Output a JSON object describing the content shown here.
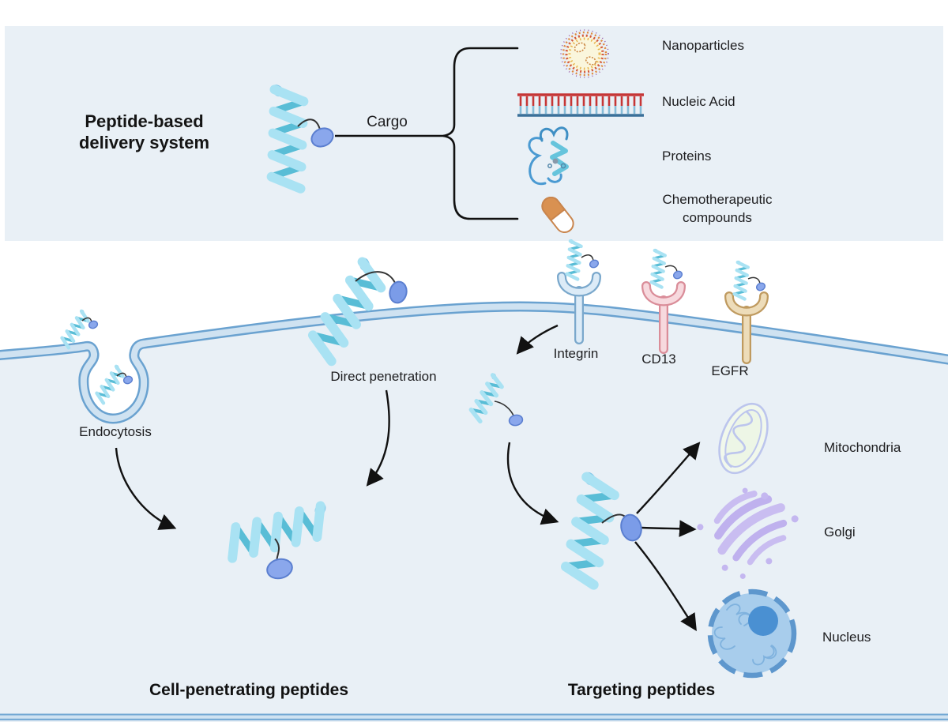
{
  "figure": {
    "top_panel": {
      "title_lines": [
        "Peptide-based",
        "delivery system"
      ],
      "cargo_connector_label": "Cargo",
      "cargo_items": [
        {
          "label": "Nanoparticles",
          "icon": "nanoparticle-icon"
        },
        {
          "label": "Nucleic Acid",
          "icon": "nucleic-acid-icon"
        },
        {
          "label": "Proteins",
          "icon": "protein-icon"
        },
        {
          "label": "Chemotherapeutic compounds",
          "icon": "capsule-icon"
        }
      ]
    },
    "cell_panel": {
      "entry_mechanisms": [
        {
          "label": "Endocytosis"
        },
        {
          "label": "Direct penetration"
        }
      ],
      "receptors": [
        {
          "label": "Integrin",
          "outline_color": "#7aa8cc",
          "fill_color": "#dcebf7"
        },
        {
          "label": "CD13",
          "outline_color": "#da8d99",
          "fill_color": "#f7d9de"
        },
        {
          "label": "EGFR",
          "outline_color": "#bf9a5f",
          "fill_color": "#eddcb9"
        }
      ],
      "organelles": [
        {
          "label": "Mitochondria"
        },
        {
          "label": "Golgi"
        },
        {
          "label": "Nucleus"
        }
      ],
      "sections": [
        {
          "label": "Cell-penetrating peptides"
        },
        {
          "label": "Targeting peptides"
        }
      ]
    },
    "colors": {
      "panel_background": "#e9f0f6",
      "cell_interior": "#e9f0f6",
      "membrane_outline": "#6aa2d0",
      "membrane_fill": "#cfe2f1",
      "helix_light": "#a9e2f3",
      "helix_dark": "#59bdd6",
      "cargo_fill": "#8aa7ec",
      "cargo_stroke": "#5b7fd0",
      "mitochondria_fill": "#eef7e9",
      "mitochondria_outline": "#bcc5ed",
      "golgi": "#c6baf0",
      "nucleus_fill": "#a8cdec",
      "nucleus_ring": "#5e97cd",
      "nucleolus": "#4a90d2",
      "arrow": "#111111"
    }
  }
}
